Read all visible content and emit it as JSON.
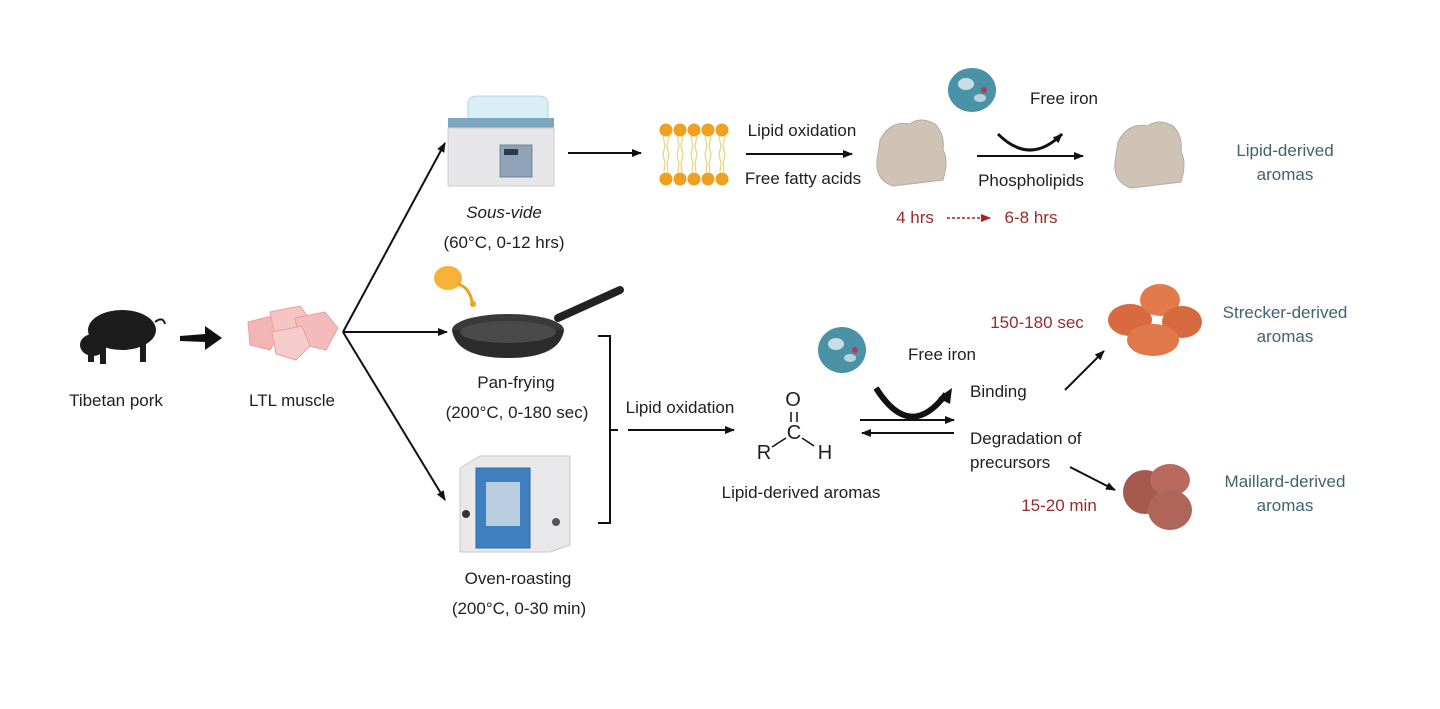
{
  "start": {
    "pig_label": "Tibetan pork",
    "muscle_label": "LTL muscle"
  },
  "methods": {
    "sous_vide": {
      "name": "Sous-vide",
      "conditions": "(60°C, 0-12 hrs)"
    },
    "pan_frying": {
      "name": "Pan-frying",
      "conditions": "(200°C, 0-180 sec)"
    },
    "oven_roasting": {
      "name": "Oven-roasting",
      "conditions": "(200°C, 0-30 min)"
    }
  },
  "sous_vide_path": {
    "arrow1_top": "Lipid oxidation",
    "arrow1_bottom": "Free fatty acids",
    "arrow2_top": "Free iron",
    "arrow2_bottom": "Phospholipids",
    "time_start": "4 hrs",
    "time_end": "6-8 hrs",
    "result": "Lipid-derived aromas"
  },
  "high_temp_path": {
    "lipid_oxidation": "Lipid oxidation",
    "aldehyde": {
      "O": "O",
      "C": "C",
      "R": "R",
      "H": "H"
    },
    "aldehyde_label": "Lipid-derived aromas",
    "free_iron": "Free iron",
    "binding": "Binding",
    "degradation": "Degradation of precursors",
    "degradation_line1": "Degradation of",
    "degradation_line2": "precursors",
    "strecker_time": "150-180 sec",
    "maillard_time": "15-20 min",
    "strecker_result_line1": "Strecker-derived",
    "strecker_result_line2": "aromas",
    "maillard_result_line1": "Maillard-derived",
    "maillard_result_line2": "aromas"
  },
  "colors": {
    "result_text": "#3d6470",
    "time_text": "#9b2a2a",
    "lipid_head": "#f0a020",
    "protein": "#2a7f96"
  }
}
